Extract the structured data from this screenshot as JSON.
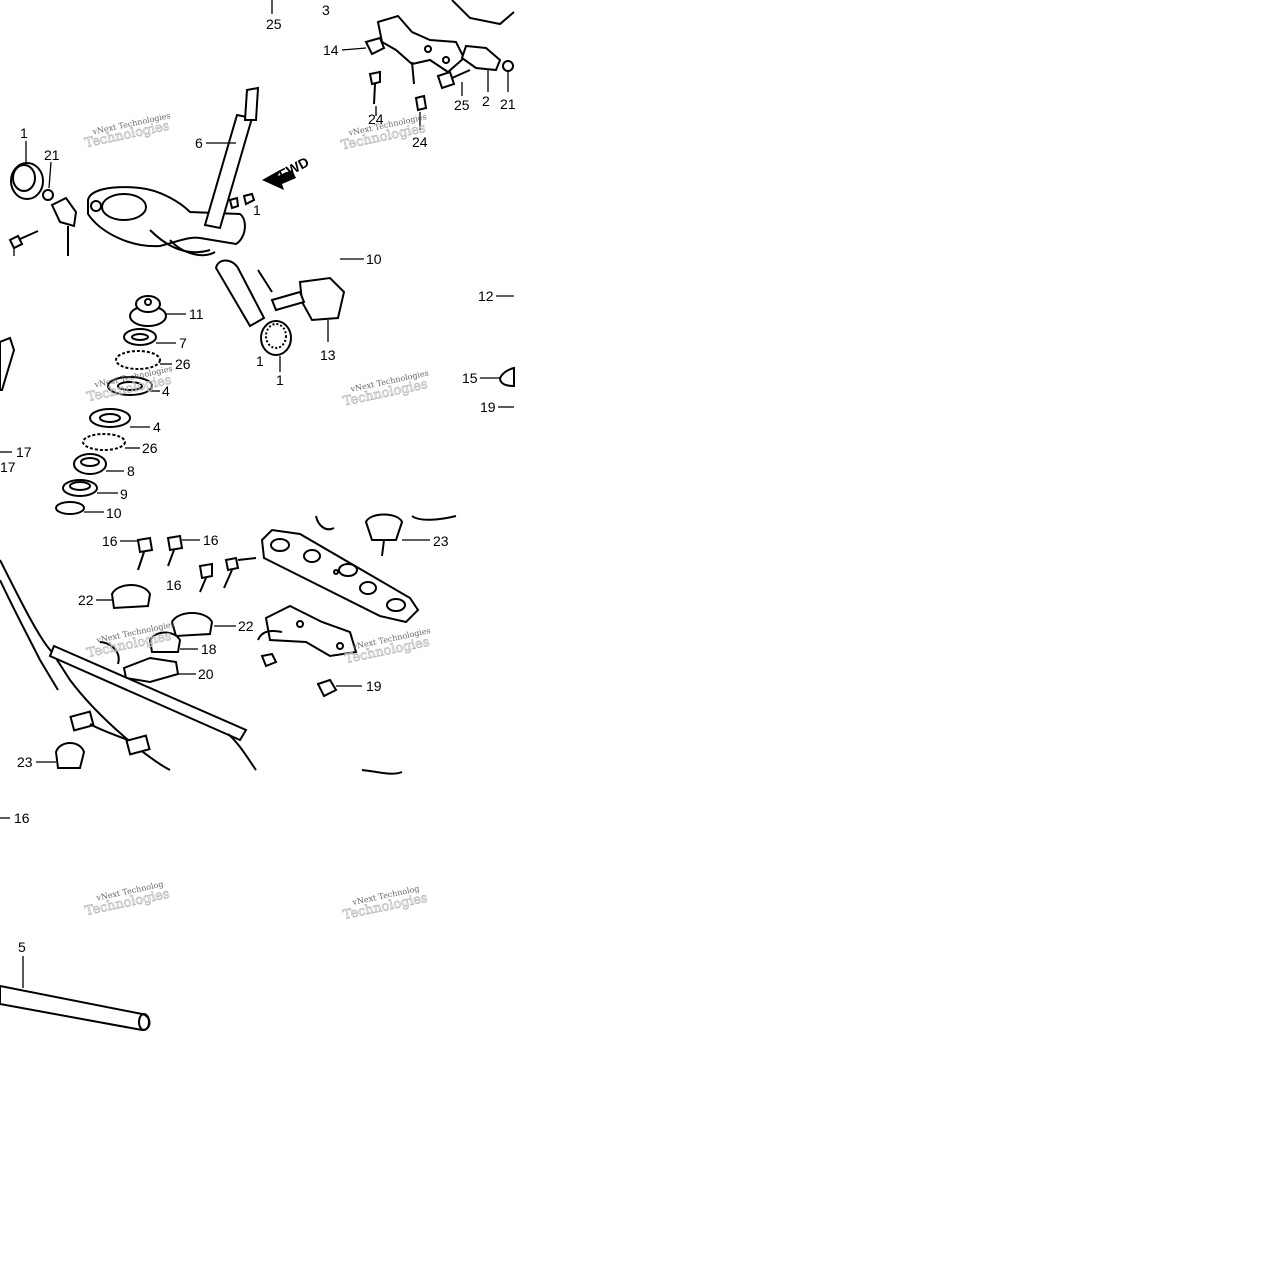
{
  "diagram": {
    "fwd_label": "FWD",
    "watermark_text": "vNext Technologies",
    "watermark_text_cut": "vNext Technolog",
    "watermark_ghost": "Technologies"
  },
  "callouts": {
    "c25a": "25",
    "c3": "3",
    "c14": "14",
    "c24a": "24",
    "c25b": "25",
    "c2": "2",
    "c21a": "21",
    "c24b": "24",
    "c1a": "1",
    "c21b": "21",
    "c6": "6",
    "c1b": "1",
    "c10a": "10",
    "c12": "12",
    "c11": "11",
    "c7": "7",
    "c26a": "26",
    "c4a": "4",
    "c1c": "1",
    "c1d": "1",
    "c13": "13",
    "c15": "15",
    "c19a": "19",
    "c4b": "4",
    "c17a": "17",
    "c17b": "17",
    "c26b": "26",
    "c8": "8",
    "c9": "9",
    "c10b": "10",
    "c16a": "16",
    "c16b": "16",
    "c23a": "23",
    "c16c": "16",
    "c22a": "22",
    "c22b": "22",
    "c18": "18",
    "c20": "20",
    "c19b": "19",
    "c23b": "23",
    "c16d": "16",
    "c5": "5"
  }
}
